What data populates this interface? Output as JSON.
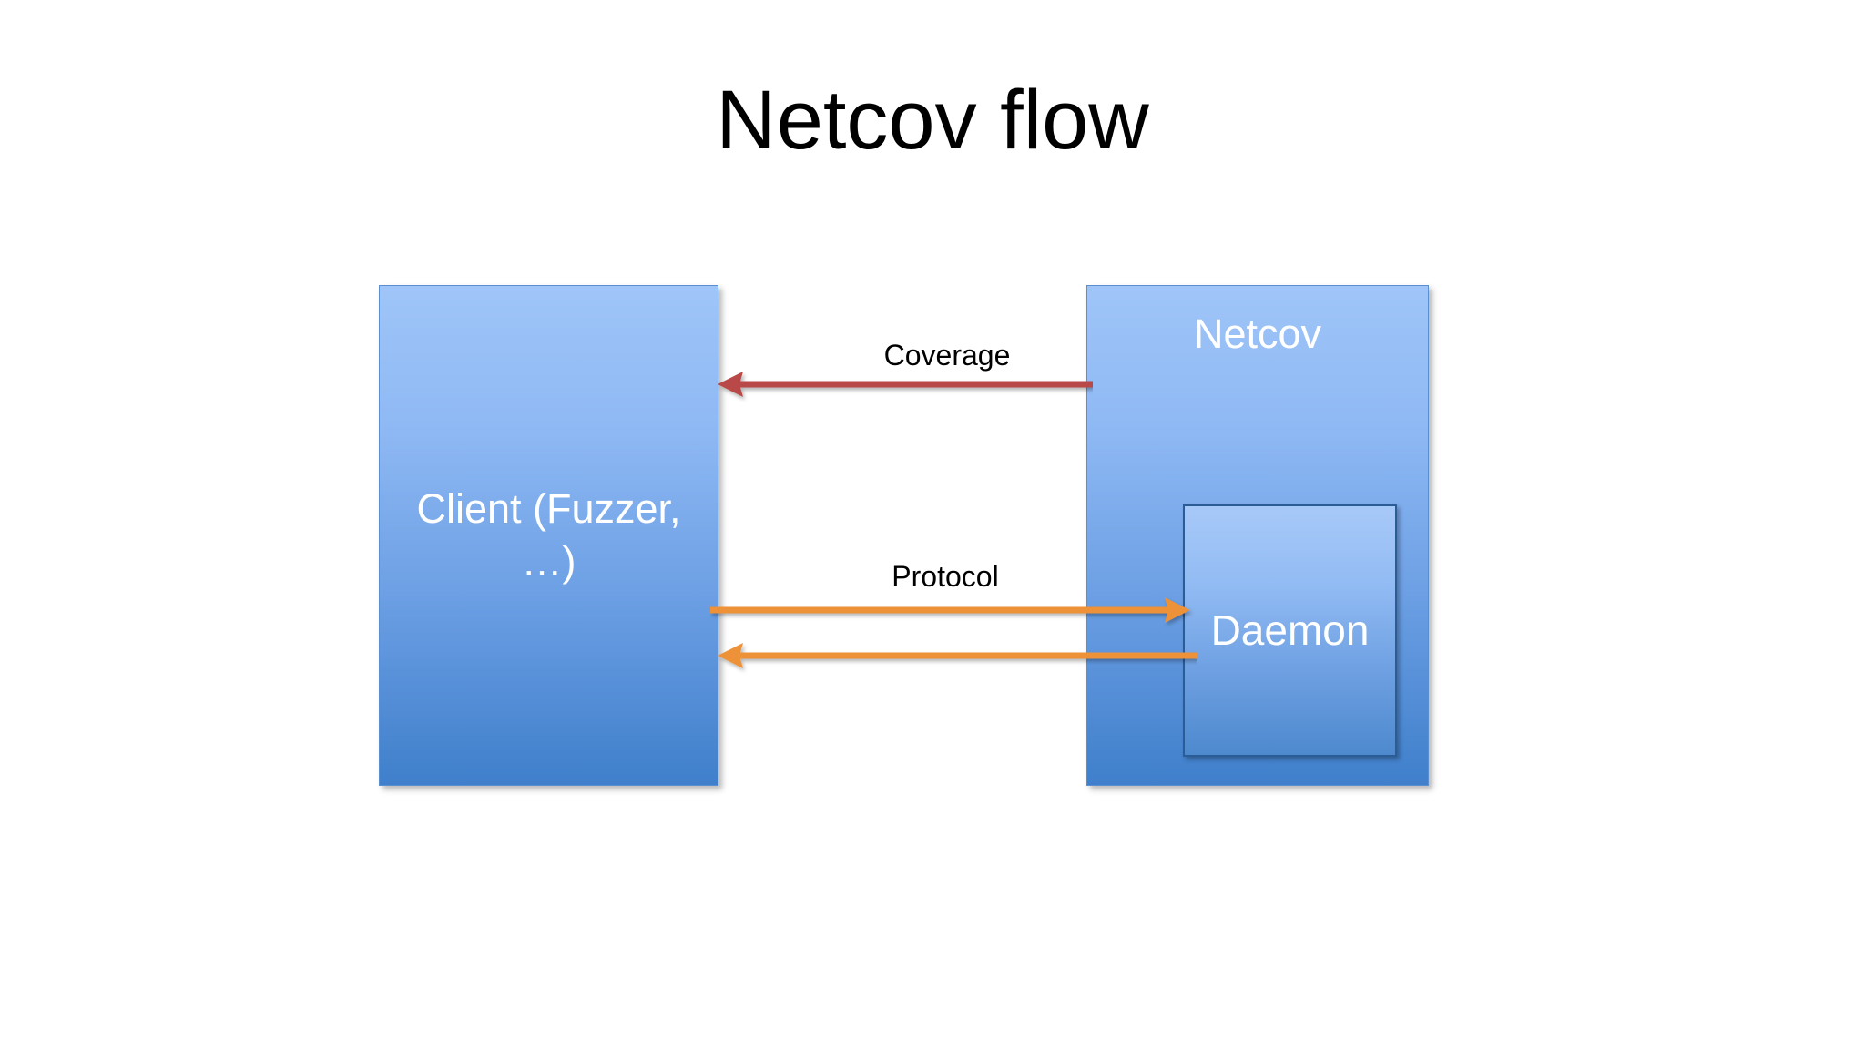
{
  "slide": {
    "title": "Netcov flow",
    "background_color": "#ffffff"
  },
  "diagram": {
    "type": "flow-diagram",
    "nodes": [
      {
        "id": "client",
        "label": "Client (Fuzzer, …)",
        "fill_top_color": "#9FC5F8",
        "fill_bottom_color": "#3F7FCB",
        "text_color": "#ffffff"
      },
      {
        "id": "netcov",
        "label": "Netcov",
        "fill_top_color": "#9FC5F8",
        "fill_bottom_color": "#3F7FCB",
        "text_color": "#ffffff"
      },
      {
        "id": "daemon",
        "label": "Daemon",
        "fill_top_color": "#A7C9F8",
        "fill_bottom_color": "#4E89CE",
        "border_color": "#2A5C96",
        "text_color": "#ffffff"
      }
    ],
    "connectors": [
      {
        "id": "coverage",
        "label": "Coverage",
        "from": "netcov",
        "to": "client",
        "direction": "left",
        "color": "#B94A48"
      },
      {
        "id": "protocol-request",
        "label": "Protocol",
        "from": "client",
        "to": "daemon",
        "direction": "right",
        "color": "#ED9237"
      },
      {
        "id": "protocol-response",
        "label": "",
        "from": "daemon",
        "to": "client",
        "direction": "left",
        "color": "#ED9237"
      }
    ]
  }
}
